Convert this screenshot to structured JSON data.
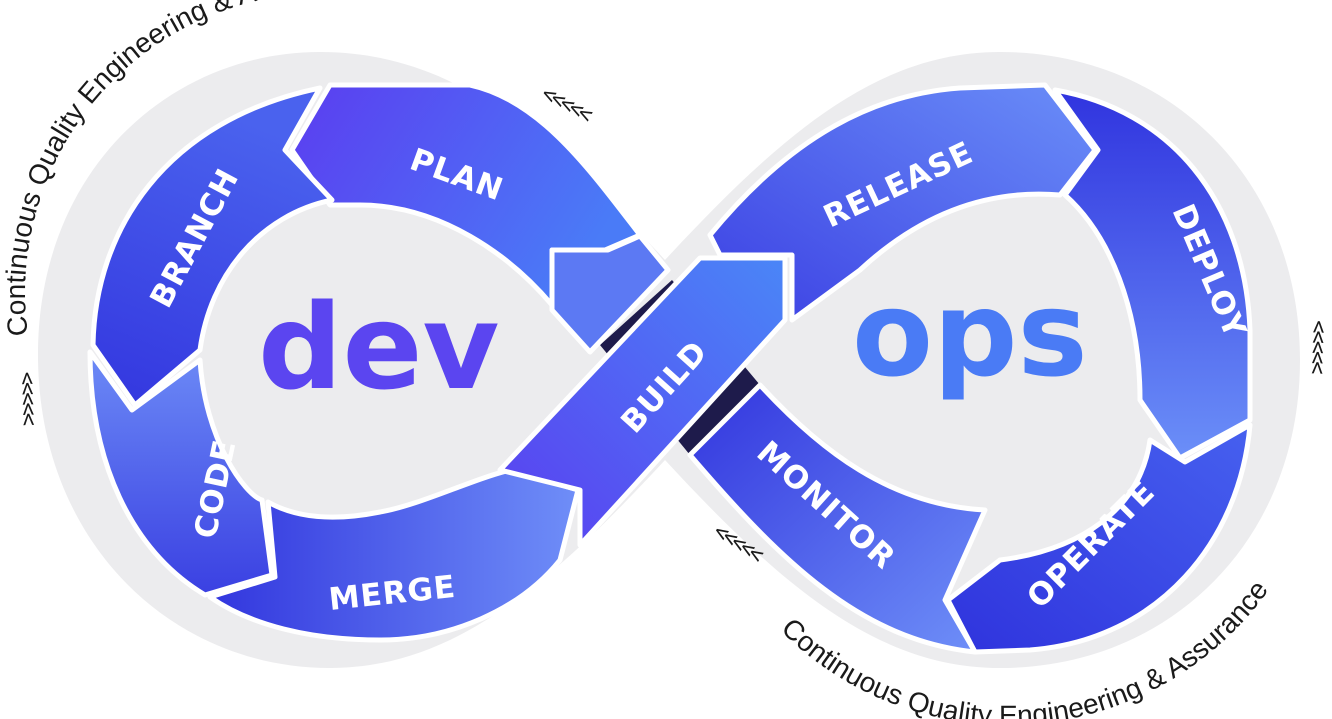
{
  "diagram": {
    "center_left_word": "dev",
    "center_right_word": "ops",
    "stages": {
      "plan": "PLAN",
      "branch": "BRANCH",
      "code": "CODE",
      "merge": "MERGE",
      "build": "BUILD",
      "release": "RELEASE",
      "deploy": "DEPLOY",
      "operate": "OPERATE",
      "monitor": "MONITOR"
    },
    "ring_caption_top": "Continuous Quality Engineering & Assurance",
    "ring_caption_bottom": "Continuous Quality Engineering & Assurance",
    "chevrons": "<<<<<",
    "colors": {
      "ring_background": "#ececee",
      "band_dark": "#3134e0",
      "band_light": "#6a86f7",
      "band_mid": "#4b6cf5",
      "dev_text": "#5b45f0",
      "ops_text": "#4a7bf5",
      "caption_text": "#1a1a1a",
      "separator": "#ffffff"
    }
  }
}
